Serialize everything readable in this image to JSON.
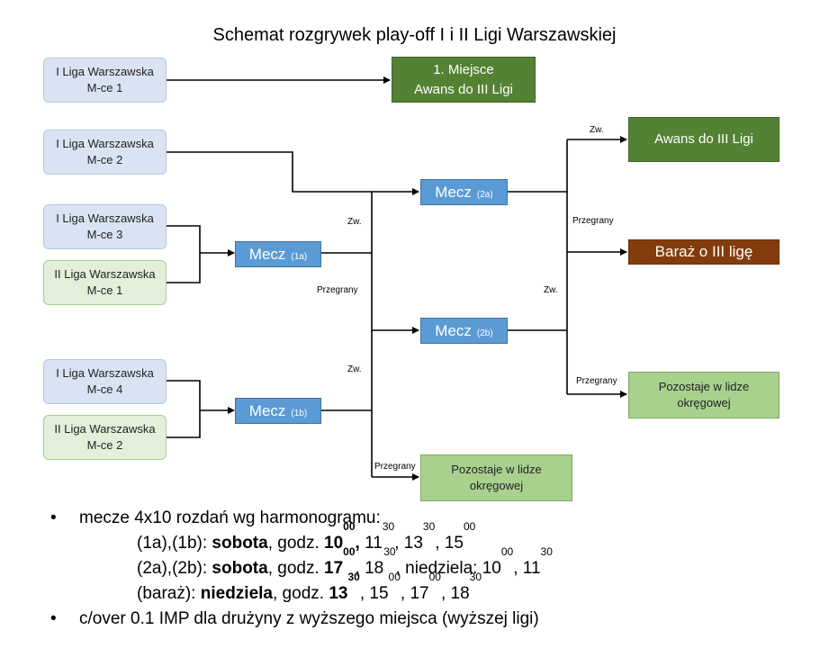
{
  "title": "Schemat rozgrywek play-off I i II Ligi Warszawskiej",
  "teams": {
    "l1_1": {
      "line1": "I Liga Warszawska",
      "line2": "M-ce 1"
    },
    "l1_2": {
      "line1": "I Liga Warszawska",
      "line2": "M-ce 2"
    },
    "l1_3": {
      "line1": "I Liga Warszawska",
      "line2": "M-ce 3"
    },
    "l2_1": {
      "line1": "II Liga Warszawska",
      "line2": "M-ce 1"
    },
    "l1_4": {
      "line1": "I Liga Warszawska",
      "line2": "M-ce 4"
    },
    "l2_2": {
      "line1": "II Liga Warszawska",
      "line2": "M-ce 2"
    }
  },
  "matches": {
    "m1a": {
      "label": "Mecz",
      "code": "(1a)"
    },
    "m1b": {
      "label": "Mecz",
      "code": "(1b)"
    },
    "m2a": {
      "label": "Mecz",
      "code": "(2a)"
    },
    "m2b": {
      "label": "Mecz",
      "code": "(2b)"
    }
  },
  "outcomes": {
    "first_place": {
      "line1": "1. Miejsce",
      "line2": "Awans do III Ligi"
    },
    "promotion": "Awans do III Ligi",
    "playoff": "Baraż o III ligę",
    "stays_right": {
      "line1": "Pozostaje w lidze",
      "line2": "okręgowej"
    },
    "stays_bottom": {
      "line1": "Pozostaje w lidze",
      "line2": "okręgowej"
    }
  },
  "edge_labels": {
    "win": "Zw.",
    "loss": "Przegrany"
  },
  "notes": {
    "bullet": "•",
    "line1": "mecze 4x10 rozdań wg harmonogramu:",
    "schedule": [
      {
        "prefix": "(1a),(1b): ",
        "day": "sobota",
        "godz": ", godz. ",
        "first_h": "10",
        "first_m": "00",
        "sep1": ",",
        "times": [
          [
            "11",
            "30"
          ],
          [
            "13",
            "30"
          ],
          [
            "15",
            "00"
          ]
        ]
      },
      {
        "prefix": "(2a),(2b): ",
        "day": "sobota",
        "godz": ", godz. ",
        "first_h": "17",
        "first_m": "00",
        "sep1": ",",
        "extra": " niedziela: ",
        "times": [
          [
            "18",
            "30"
          ]
        ],
        "times2": [
          [
            "10",
            "00"
          ],
          [
            "11",
            "30"
          ]
        ]
      },
      {
        "prefix": "(baraż): ",
        "day": "niedziela",
        "godz": ", godz. ",
        "first_h": "13",
        "first_m": "30",
        "sep1": ",",
        "times": [
          [
            "15",
            "00"
          ],
          [
            "17",
            "00"
          ],
          [
            "18",
            "30"
          ]
        ]
      }
    ],
    "line2": "c/over 0.1 IMP dla drużyny z wyższego miejsca (wyższej ligi)"
  }
}
